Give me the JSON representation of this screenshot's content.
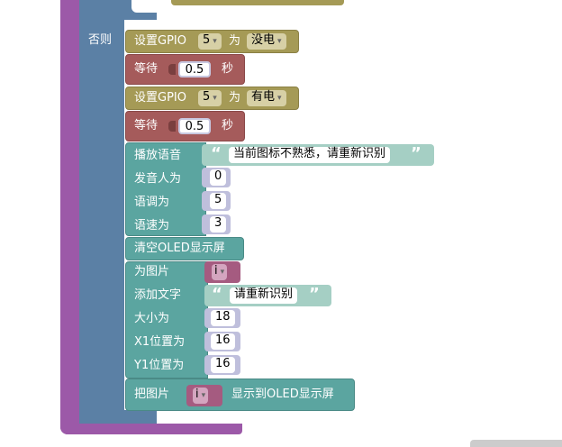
{
  "colors": {
    "if_block": "#9c59a8",
    "loop_block": "#5b80a5",
    "gpio_block": "#a59a56",
    "wait_block": "#a55b5b",
    "audio_block": "#5ba5a0",
    "string_block": "#a5cfc4",
    "number_shadow": "#bfbfdc",
    "var_block": "#a55b80"
  },
  "else_label": "否则",
  "blocks": {
    "gpio1": {
      "label": "设置GPIO",
      "pin": "5",
      "mid": "为",
      "state": "没电"
    },
    "wait1": {
      "label": "等待",
      "value": "0.5",
      "unit": "秒"
    },
    "gpio2": {
      "label": "设置GPIO",
      "pin": "5",
      "mid": "为",
      "state": "有电"
    },
    "wait2": {
      "label": "等待",
      "value": "0.5",
      "unit": "秒"
    },
    "speak": {
      "label": "播放语音",
      "text": "当前图标不熟悉，请重新识别",
      "speaker_label": "发音人为",
      "speaker": "0",
      "tone_label": "语调为",
      "tone": "5",
      "speed_label": "语速为",
      "speed": "3"
    },
    "clear": {
      "label": "清空OLED显示屏"
    },
    "image": {
      "label": "为图片",
      "var": "i",
      "text_label": "添加文字",
      "text": "请重新识别",
      "size_label": "大小为",
      "size": "18",
      "x_label": "X1位置为",
      "x": "16",
      "y_label": "Y1位置为",
      "y": "16"
    },
    "show": {
      "label": "把图片",
      "var": "i",
      "suffix": "显示到OLED显示屏"
    }
  },
  "quote_open": "“",
  "quote_close": "”",
  "caret": "▾"
}
